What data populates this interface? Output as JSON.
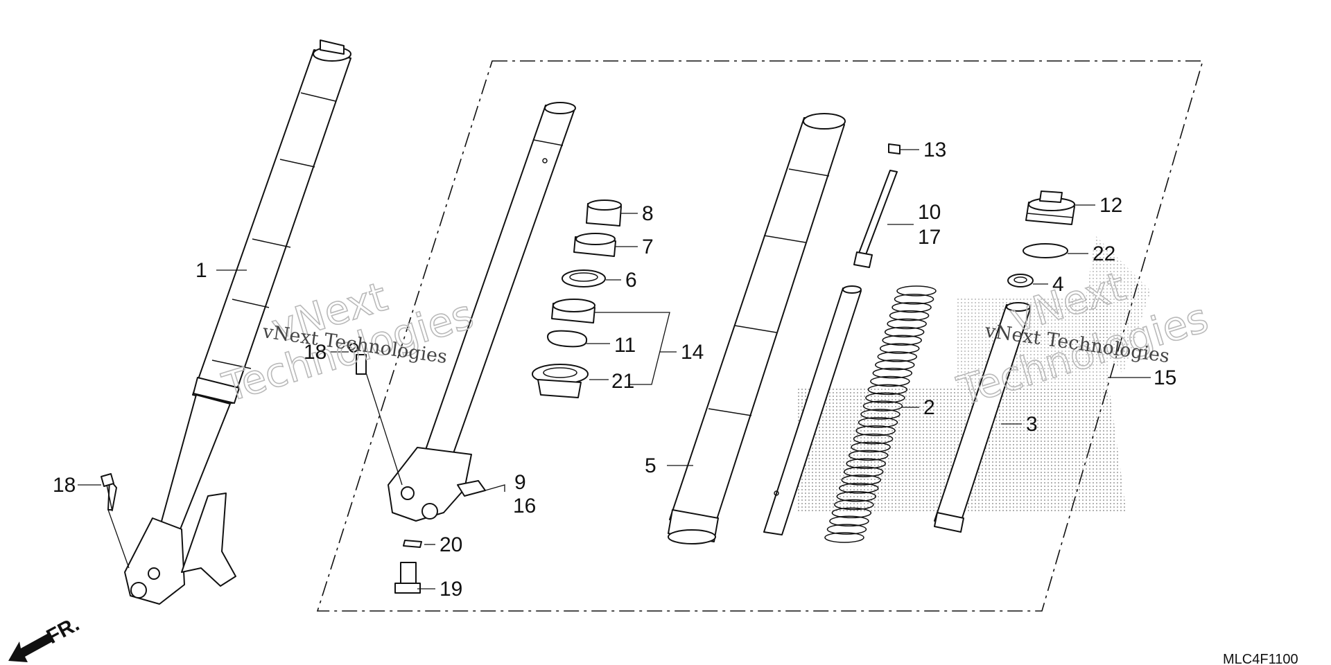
{
  "diagram_code": "MLC4F1100",
  "front_marker": "FR.",
  "watermark": {
    "brand": "vNext",
    "technologies": "Technologies",
    "full": "vNext Technologies"
  },
  "callouts": {
    "c1": "1",
    "c2": "2",
    "c3": "3",
    "c4": "4",
    "c5": "5",
    "c6": "6",
    "c7": "7",
    "c8": "8",
    "c9": "9",
    "c10": "10",
    "c11": "11",
    "c12": "12",
    "c13": "13",
    "c14": "14",
    "c15": "15",
    "c16": "16",
    "c17": "17",
    "c18a": "18",
    "c18b": "18",
    "c19": "19",
    "c20": "20",
    "c21": "21",
    "c22": "22"
  },
  "colors": {
    "line": "#111111",
    "watermark": "#b9b9b9",
    "background": "#ffffff"
  }
}
